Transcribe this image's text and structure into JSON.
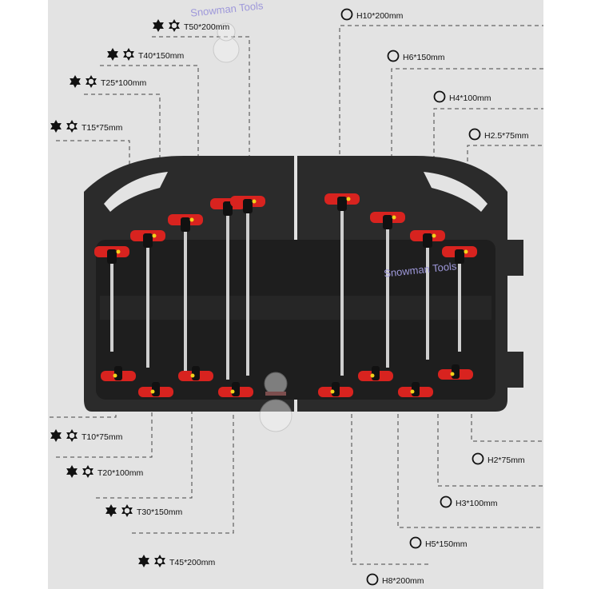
{
  "watermark": "Snowman Tools",
  "torx": [
    {
      "label": "T50*200mm"
    },
    {
      "label": "T40*150mm"
    },
    {
      "label": "T25*100mm"
    },
    {
      "label": "T15*75mm"
    },
    {
      "label": "T10*75mm"
    },
    {
      "label": "T20*100mm"
    },
    {
      "label": "T30*150mm"
    },
    {
      "label": "T45*200mm"
    }
  ],
  "hex": [
    {
      "label": "H10*200mm"
    },
    {
      "label": "H6*150mm"
    },
    {
      "label": "H4*100mm"
    },
    {
      "label": "H2.5*75mm"
    },
    {
      "label": "H2*75mm"
    },
    {
      "label": "H3*100mm"
    },
    {
      "label": "H5*150mm"
    },
    {
      "label": "H8*200mm"
    }
  ],
  "colors": {
    "case": "#2b2b2b",
    "handle_red": "#d8231f",
    "handle_black": "#111111",
    "background": "#e3e3e3"
  }
}
